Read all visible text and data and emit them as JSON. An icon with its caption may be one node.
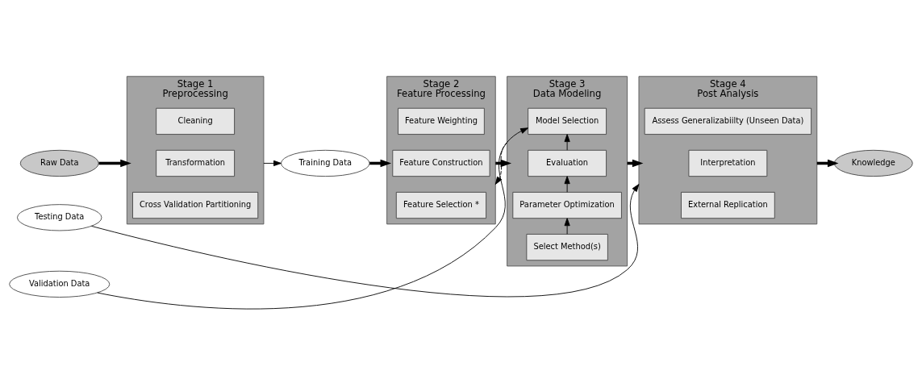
{
  "diagram": {
    "nodes": [
      {
        "text": [
          "Raw Data"
        ]
      },
      {
        "text": [
          "Stage 1",
          "Preprocessing"
        ]
      },
      {
        "text": [
          "Cleaning"
        ],
        "in": 1
      },
      {
        "text": [
          "Transformation"
        ],
        "in": 1
      },
      {
        "text": [
          "Cross Validation Partitioning"
        ],
        "in": 1
      },
      {
        "text": [
          "Training Data"
        ]
      },
      {
        "text": [
          "Stage 2",
          "Feature Processing"
        ]
      },
      {
        "text": [
          "Feature Weighting"
        ],
        "in": 6
      },
      {
        "text": [
          "Feature Construction"
        ],
        "in": 6
      },
      {
        "text": [
          "Feature Selection *"
        ],
        "in": 6
      },
      {
        "text": [
          "Stage 3",
          "Data Modeling"
        ]
      },
      {
        "text": [
          "Select Method(s)"
        ],
        "in": 10
      },
      {
        "text": [
          "Parameter Optimization"
        ],
        "in": 10
      },
      {
        "text": [
          "Evaluation"
        ],
        "in": 10
      },
      {
        "text": [
          "Model Selection"
        ],
        "in": 10
      },
      {
        "text": [
          "Stage 4",
          "Post Analysis"
        ]
      },
      {
        "text": [
          "Assess Generalizabiilty (Unseen Data)"
        ],
        "in": 15
      },
      {
        "text": [
          "Interpretation"
        ],
        "in": 15
      },
      {
        "text": [
          "External Replication"
        ],
        "in": 15
      },
      {
        "text": [
          "Knowledge"
        ]
      },
      {
        "text": [
          "Testing Data"
        ]
      },
      {
        "text": [
          "Validation Data"
        ]
      }
    ],
    "edges": [
      {
        "from": 0,
        "to": 1,
        "arrow": "to",
        "style": "thick"
      },
      {
        "from": 1,
        "to": 5,
        "arrow": "to"
      },
      {
        "from": 5,
        "to": 6,
        "arrow": "to",
        "style": "thick"
      },
      {
        "from": 6,
        "to": 10,
        "arrow": "to",
        "style": "thick"
      },
      {
        "from": 10,
        "to": 15,
        "arrow": "to",
        "style": "thick"
      },
      {
        "from": 15,
        "to": 19,
        "arrow": "to",
        "style": "thick"
      },
      {
        "from": 11,
        "to": 12,
        "arrow": "to"
      },
      {
        "from": 12,
        "to": 13,
        "arrow": "to"
      },
      {
        "from": 13,
        "to": 14,
        "arrow": "to"
      },
      {
        "from": 20,
        "to": 15,
        "arrow": "to"
      },
      {
        "from": 21,
        "to": 14,
        "arrow": "to"
      },
      {
        "from": 10,
        "to": 6,
        "arrow": "to",
        "style": "dashed"
      }
    ]
  }
}
